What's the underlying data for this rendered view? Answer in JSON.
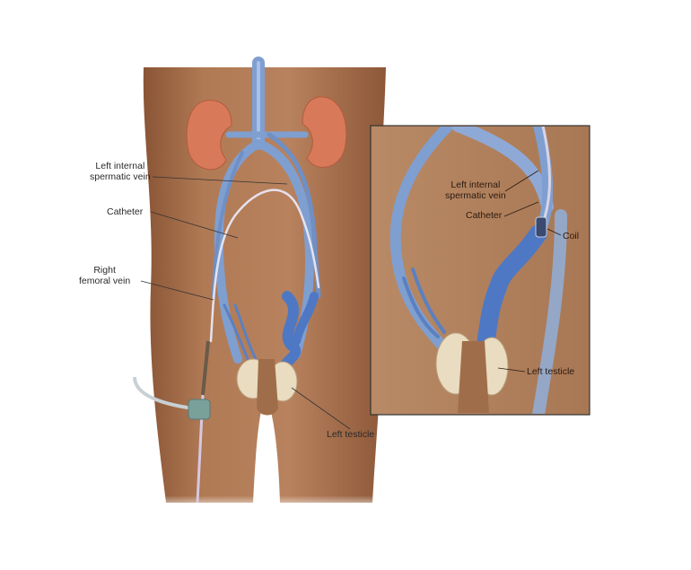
{
  "main_view": {
    "labels": {
      "left_internal_spermatic_vein": [
        "Left internal",
        "spermatic vein"
      ],
      "catheter": "Catheter",
      "right_femoral_vein": [
        "Right",
        "femoral vein"
      ],
      "left_testicle": "Left testicle"
    }
  },
  "inset_view": {
    "labels": {
      "left_internal_spermatic_vein": [
        "Left internal",
        "spermatic vein"
      ],
      "catheter": "Catheter",
      "coil": "Coil",
      "left_testicle": "Left testicle"
    }
  },
  "colors": {
    "skin": "#a7704d",
    "vein": "#7f9fd0",
    "kidney": "#d87a5a",
    "testicle": "#e9dcc0"
  }
}
